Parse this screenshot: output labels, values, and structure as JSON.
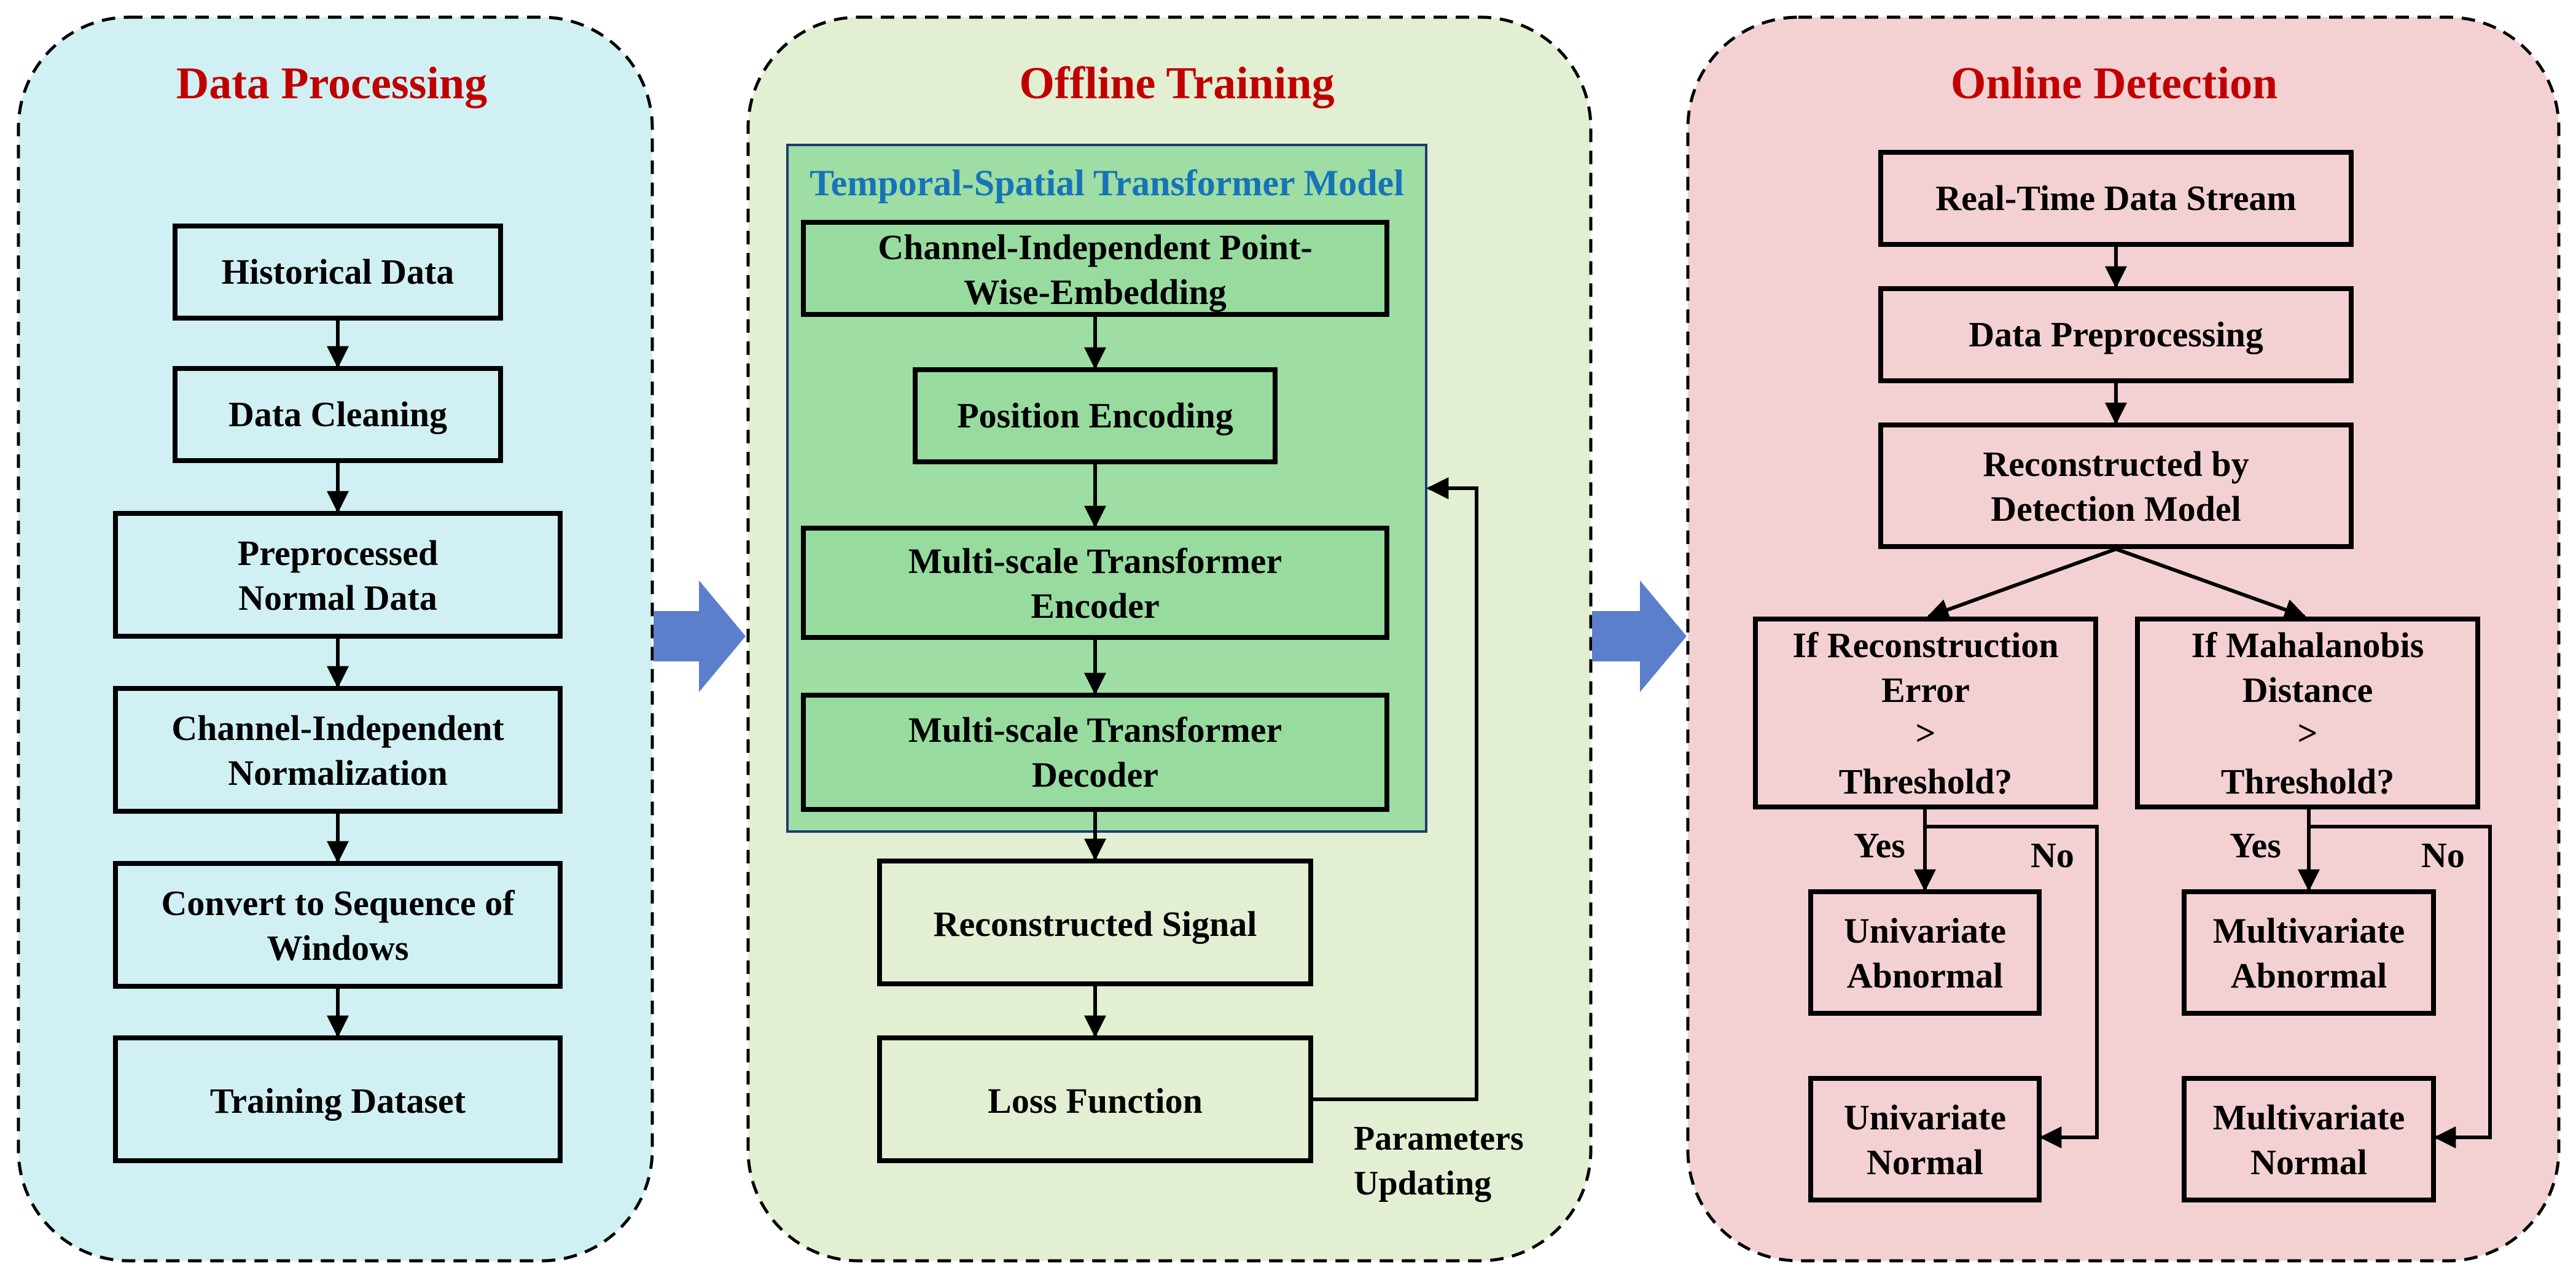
{
  "colors": {
    "panel1_fill": "#d1f0f3",
    "panel2_fill": "#e3efd3",
    "panel3_fill": "#f3d1d2",
    "model_fill": "#9edda4",
    "inner_box_fill": "#98db9f",
    "title_red": "#c00000",
    "model_title_blue": "#1673b7",
    "big_arrow": "#5b7fcb"
  },
  "panels": {
    "processing": {
      "title": "Data Processing"
    },
    "training": {
      "title": "Offline Training"
    },
    "detection": {
      "title": "Online Detection"
    }
  },
  "processing": {
    "historical": "Historical Data",
    "cleaning": "Data Cleaning",
    "preprocessed": [
      "Preprocessed",
      "Normal Data"
    ],
    "normalization": [
      "Channel-Independent",
      "Normalization"
    ],
    "windows": [
      "Convert to Sequence of",
      "Windows"
    ],
    "dataset": "Training Dataset"
  },
  "training": {
    "model_title": "Temporal-Spatial Transformer Model",
    "embedding": [
      "Channel-Independent Point-",
      "Wise-Embedding"
    ],
    "position": "Position Encoding",
    "encoder": [
      "Multi-scale Transformer",
      "Encoder"
    ],
    "decoder": [
      "Multi-scale Transformer",
      "Decoder"
    ],
    "reconstructed": "Reconstructed Signal",
    "loss": "Loss Function",
    "updating": [
      "Parameters",
      "Updating"
    ]
  },
  "detection": {
    "stream": "Real-Time Data Stream",
    "preprocessing": "Data Preprocessing",
    "reconstructed_by": [
      "Reconstructed by",
      "Detection Model"
    ],
    "if_recon": [
      "If Reconstruction",
      "Error",
      ">",
      "Threshold?"
    ],
    "if_maha": [
      "If Mahalanobis",
      "Distance",
      ">",
      "Threshold?"
    ],
    "yes": "Yes",
    "no": "No",
    "uni_abnormal": [
      "Univariate",
      "Abnormal"
    ],
    "uni_normal": [
      "Univariate",
      "Normal"
    ],
    "multi_abnormal": [
      "Multivariate",
      "Abnormal"
    ],
    "multi_normal": [
      "Multivariate",
      "Normal"
    ]
  }
}
